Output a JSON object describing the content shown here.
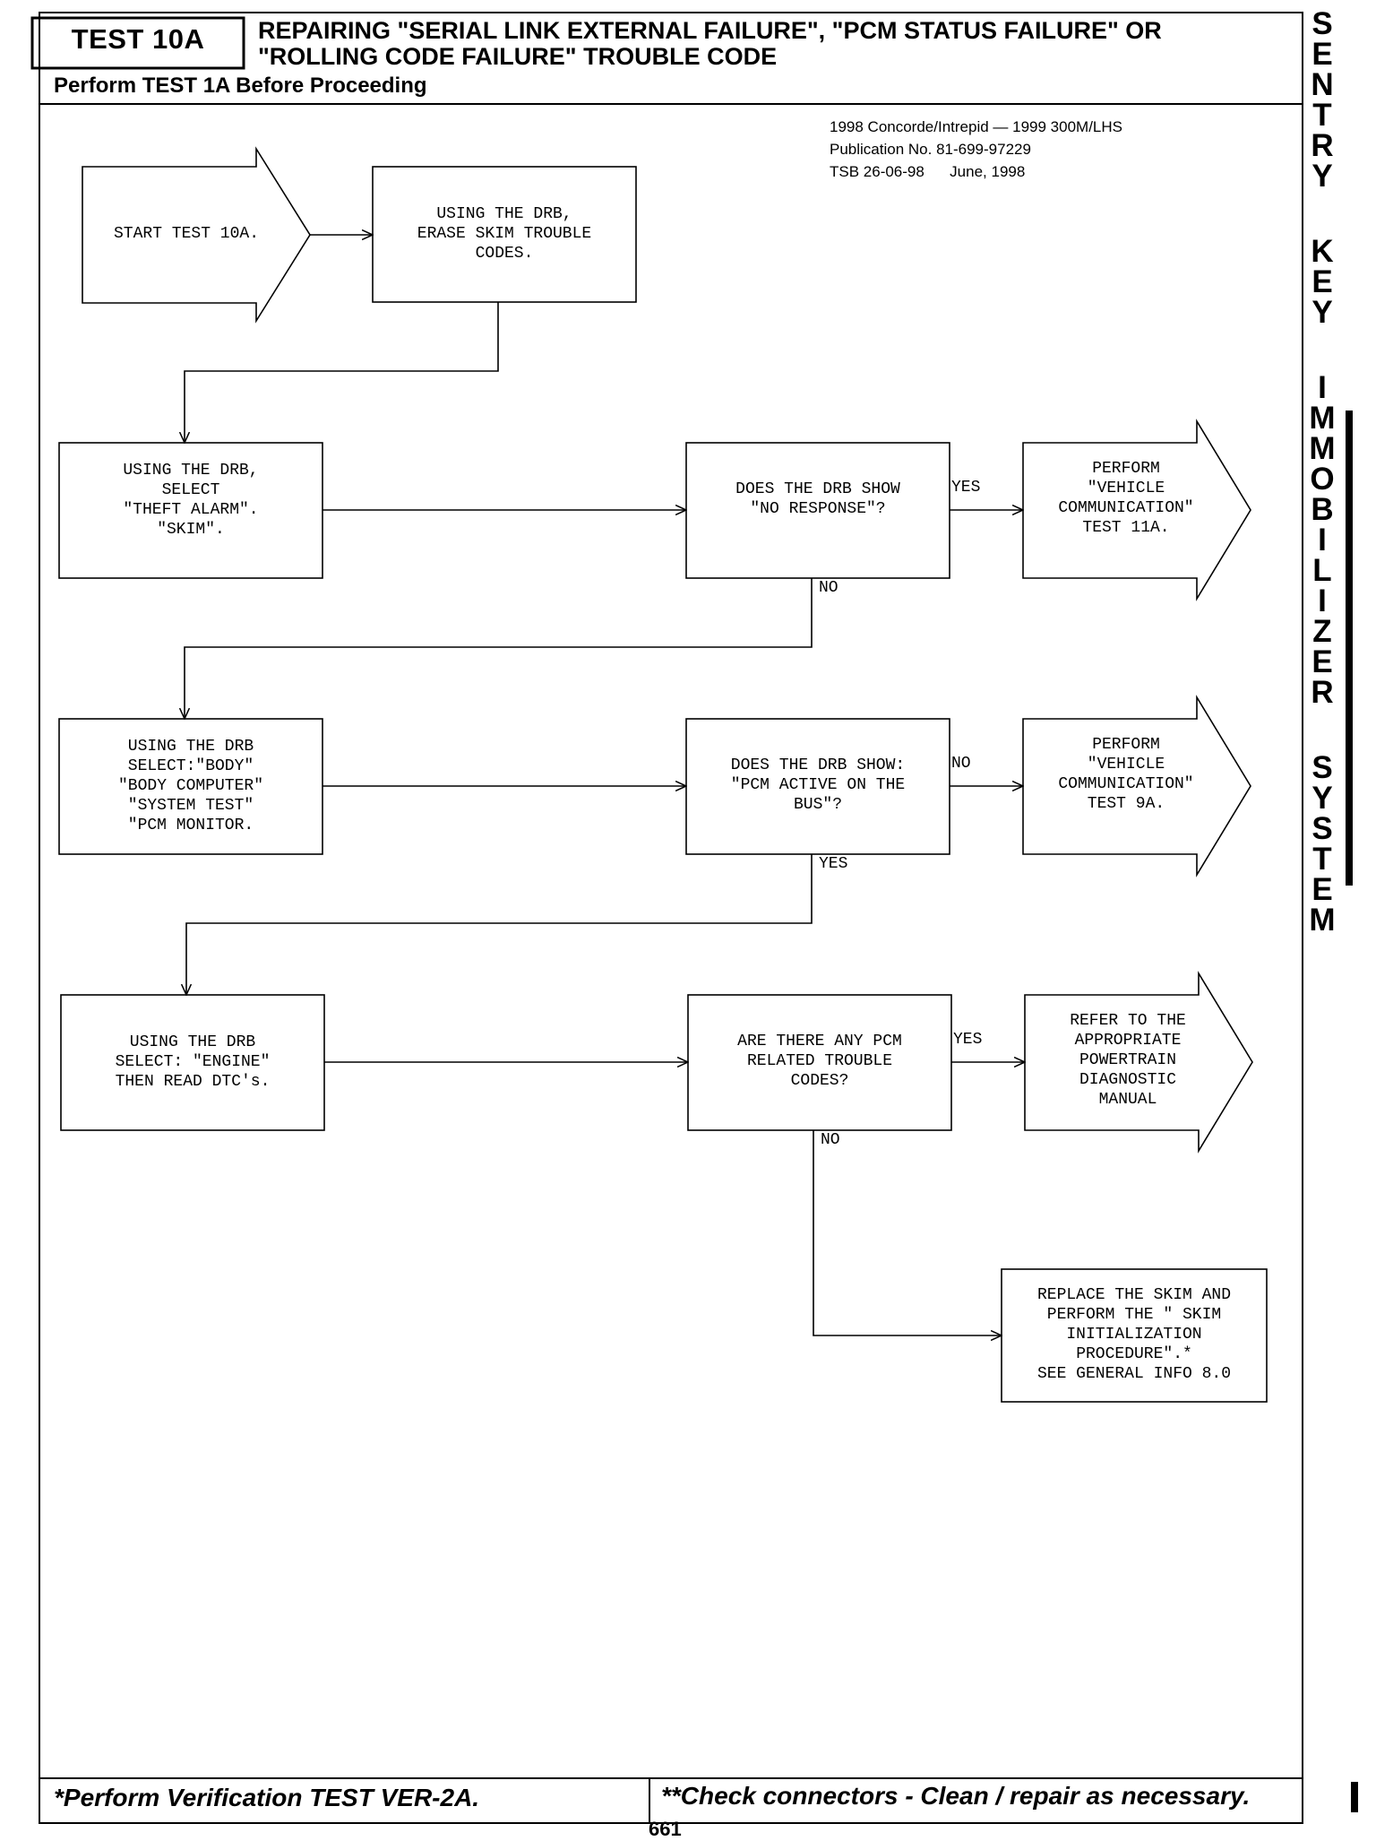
{
  "header": {
    "test_id": "TEST 10A",
    "title_line1": "REPAIRING \"SERIAL LINK EXTERNAL FAILURE\", \"PCM STATUS FAILURE\" OR",
    "title_line2": "\"ROLLING CODE FAILURE\" TROUBLE CODE",
    "prerequisite": "Perform TEST 1A Before Proceeding"
  },
  "publication": {
    "line1": "1998 Concorde/Intrepid — 1999 300M/LHS",
    "line2": "Publication No. 81-699-97229",
    "line3": "TSB 26-06-98      June, 1998"
  },
  "side_banner": [
    "S",
    "E",
    "N",
    "T",
    "R",
    "Y",
    "",
    "K",
    "E",
    "Y",
    "",
    "I",
    "M",
    "M",
    "O",
    "B",
    "I",
    "L",
    "I",
    "Z",
    "E",
    "R",
    "",
    "S",
    "Y",
    "S",
    "T",
    "E",
    "M"
  ],
  "flow": {
    "start": "START TEST 10A.",
    "erase": "USING THE DRB,\nERASE SKIM TROUBLE\nCODES.",
    "select_theft": "USING THE DRB,\nSELECT\n\"THEFT ALARM\".\n\"SKIM\".",
    "q_no_response": "DOES THE DRB SHOW\n\"NO RESPONSE\"?",
    "perform_11a": "PERFORM\n\"VEHICLE\nCOMMUNICATION\"\nTEST 11A.",
    "select_body": "USING THE DRB\nSELECT:\"BODY\"\n\"BODY COMPUTER\"\n\"SYSTEM TEST\"\n\"PCM MONITOR.",
    "q_pcm_active": "DOES THE DRB SHOW:\n\"PCM ACTIVE ON THE\nBUS\"?",
    "perform_9a": "PERFORM\n\"VEHICLE\nCOMMUNICATION\"\nTEST 9A.",
    "select_engine": "USING THE DRB\nSELECT: \"ENGINE\"\nTHEN READ DTC's.",
    "q_pcm_codes": "ARE THERE ANY PCM\nRELATED TROUBLE\nCODES?",
    "refer_manual": "REFER TO THE\nAPPROPRIATE\nPOWERTRAIN\nDIAGNOSTIC\nMANUAL",
    "replace_skim": "REPLACE THE SKIM AND\nPERFORM THE \" SKIM\nINITIALIZATION\nPROCEDURE\".*\nSEE GENERAL INFO 8.0",
    "labels": {
      "yes1": "YES",
      "no1": "NO",
      "no2": "NO",
      "yes2": "YES",
      "yes3": "YES",
      "no3": "NO"
    }
  },
  "footer": {
    "left": "*Perform Verification TEST VER-2A.",
    "right": "**Check connectors - Clean / repair as necessary."
  },
  "page_number": "661"
}
